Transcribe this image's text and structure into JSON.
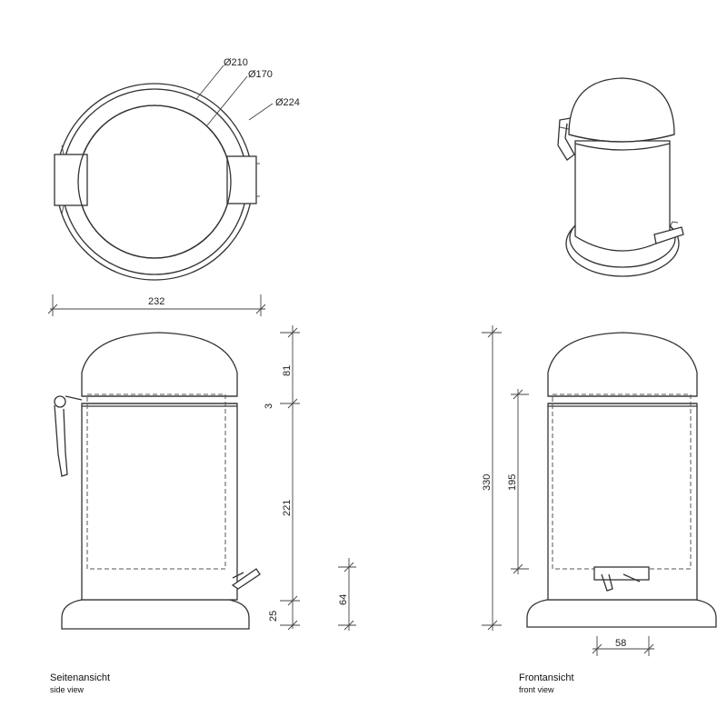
{
  "top_view": {
    "diameters": [
      "Ø210",
      "Ø170",
      "Ø224"
    ],
    "width": "232"
  },
  "side_view": {
    "heights": {
      "lid": "81",
      "gap": "3",
      "body": "221",
      "base": "25",
      "pedal": "64"
    },
    "caption_de": "Seitenansicht",
    "caption_en": "side view"
  },
  "front_view": {
    "total_height": "330",
    "inner_height": "195",
    "pedal_width": "58",
    "caption_de": "Frontansicht",
    "caption_en": "front view"
  }
}
